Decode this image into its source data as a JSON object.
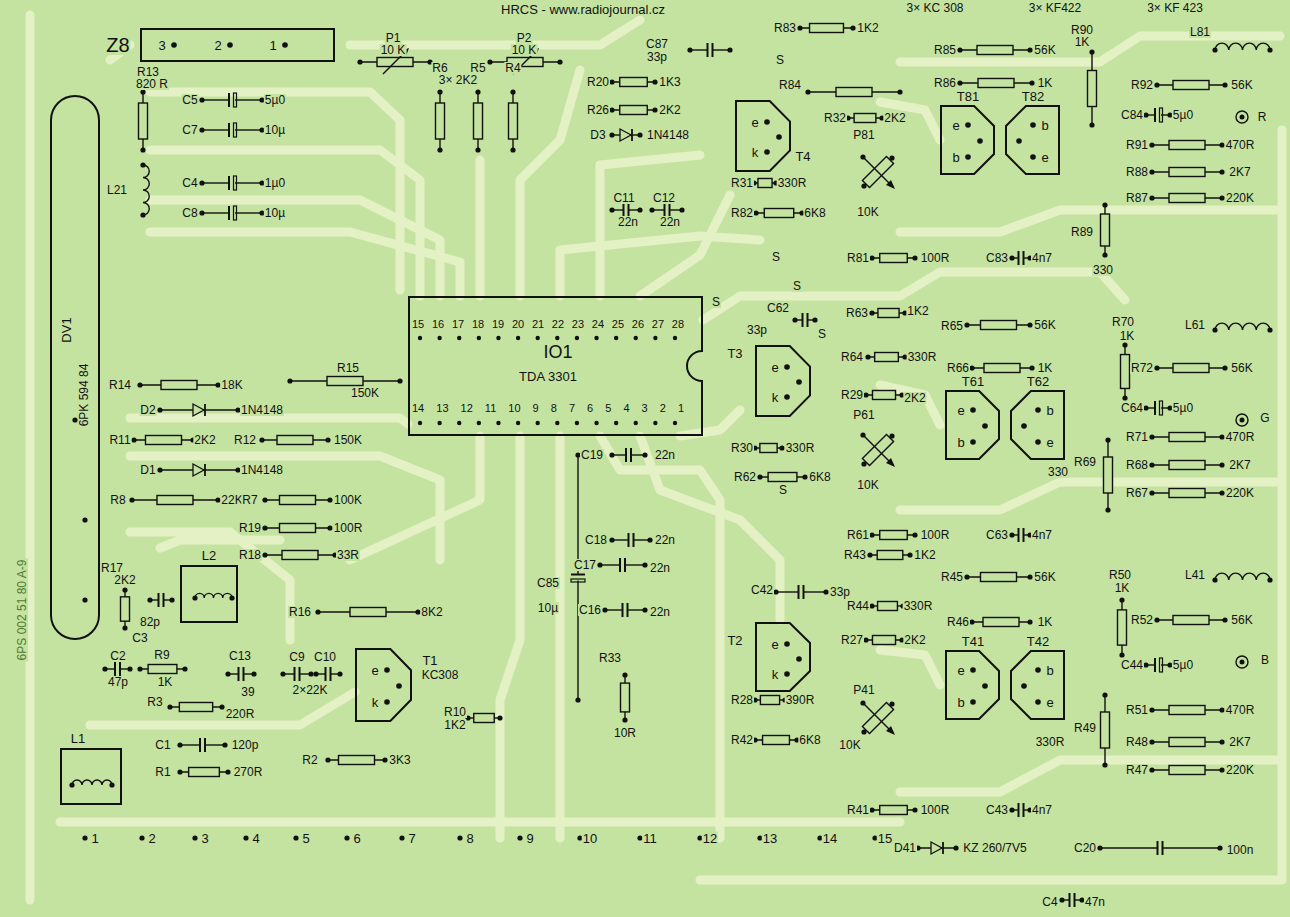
{
  "diagram": {
    "nodes": [
      {
        "text": [
          "Z8",
          "3",
          "2",
          "1"
        ]
      },
      {
        "text": [
          "DV1",
          "6PK 594 84"
        ]
      },
      {
        "text": [
          "T4",
          "e",
          "k"
        ]
      },
      {
        "text": [
          "T81",
          "e",
          "b"
        ]
      },
      {
        "text": [
          "T82",
          "b",
          "e"
        ]
      },
      {
        "text": [
          "IO1",
          "TDA 3301",
          "15 16 17 18 19 20 21 22 23 24 25 26 27 28",
          "14 13 12 11 10 9 8 7 6 5 4 3 2 1"
        ]
      },
      {
        "text": [
          "T3",
          "e",
          "k"
        ]
      },
      {
        "text": [
          "T61",
          "e",
          "b"
        ]
      },
      {
        "text": [
          "T62",
          "b",
          "e"
        ]
      },
      {
        "text": [
          "L2"
        ]
      },
      {
        "text": [
          "T2",
          "e",
          "k"
        ]
      },
      {
        "text": [
          "T1",
          "KC308",
          "e",
          "k"
        ]
      },
      {
        "text": [
          "T41",
          "e",
          "b"
        ]
      },
      {
        "text": [
          "T42",
          "b",
          "e"
        ]
      },
      {
        "text": [
          "L1"
        ]
      }
    ],
    "labels": [
      "HRCS - www.radiojournal.cz",
      "3× KC 308",
      "3× KF422",
      "3× KF 423",
      "6PS 002 51 80 A-9",
      "R13",
      "820 R",
      "C5",
      "5µ0",
      "C7",
      "10µ",
      "C4",
      "1µ0",
      "C8",
      "10µ",
      "L21",
      "P1",
      "10 K",
      "P2",
      "10 K",
      "R6",
      "R5",
      "R4",
      "3× 2K2",
      "R20",
      "1K3",
      "R26",
      "2K2",
      "D3",
      "1N4148",
      "C11",
      "22n",
      "C12",
      "22n",
      "C87",
      "33p",
      "R83",
      "1K2",
      "S",
      "R84",
      "R32",
      "2K2",
      "R31",
      "330R",
      "R82",
      "6K8",
      "P81",
      "10K",
      "S",
      "R81",
      "100R",
      "C83",
      "4n7",
      "R85",
      "56K",
      "R86",
      "1K",
      "R90",
      "1K",
      "L81",
      "R92",
      "56K",
      "C84",
      "5µ0",
      "R",
      "R91",
      "470R",
      "R88",
      "2K7",
      "R89",
      "330",
      "R87",
      "220K",
      "S",
      "S",
      "S",
      "C62",
      "33p",
      "R63",
      "1K2",
      "R65",
      "56K",
      "R70",
      "1K",
      "L61",
      "R64",
      "330R",
      "R66",
      "1K",
      "R72",
      "56K",
      "R29",
      "2K2",
      "C64",
      "5µ0",
      "G",
      "R30",
      "330R",
      "P61",
      "10K",
      "R71",
      "470R",
      "R69",
      "330",
      "R62",
      "6K8",
      "R68",
      "2K7",
      "R67",
      "220K",
      "R61",
      "100R",
      "C63",
      "4n7",
      "S",
      "R43",
      "1K2",
      "R45",
      "56K",
      "R50",
      "1K",
      "L41",
      "C42",
      "33p",
      "R44",
      "330R",
      "R46",
      "1K",
      "R52",
      "56K",
      "R27",
      "2K2",
      "C44",
      "5µ0",
      "B",
      "R28",
      "390R",
      "P41",
      "10K",
      "R49",
      "330R",
      "R51",
      "470R",
      "R48",
      "2K7",
      "R42",
      "6K8",
      "R47",
      "220K",
      "R41",
      "100R",
      "C43",
      "4n7",
      "D41",
      "KZ 260/7V5",
      "C20",
      "100n",
      "C4",
      "47n",
      "R14",
      "18K",
      "R15",
      "150K",
      "D2",
      "1N4148",
      "R11",
      "2K2",
      "R12",
      "150K",
      "D1",
      "1N4148",
      "R8",
      "22K",
      "R7",
      "100K",
      "R19",
      "100R",
      "R18",
      "33R",
      "R17",
      "2K2",
      "82p",
      "C3",
      "R16",
      "8K2",
      "C2",
      "47p",
      "R9",
      "1K",
      "C13",
      "39",
      "C9",
      "C10",
      "2×22K",
      "R3",
      "220R",
      "R10",
      "1K2",
      "C1",
      "120p",
      "R1",
      "270R",
      "R2",
      "3K3",
      "C85",
      "10µ",
      "C19",
      "22n",
      "C18",
      "22n",
      "C17",
      "22n",
      "C16",
      "22n",
      "R33",
      "10R",
      "1",
      "2",
      "3",
      "4",
      "5",
      "6",
      "7",
      "8",
      "9",
      "10",
      "11",
      "12",
      "13",
      "14",
      "15"
    ]
  }
}
